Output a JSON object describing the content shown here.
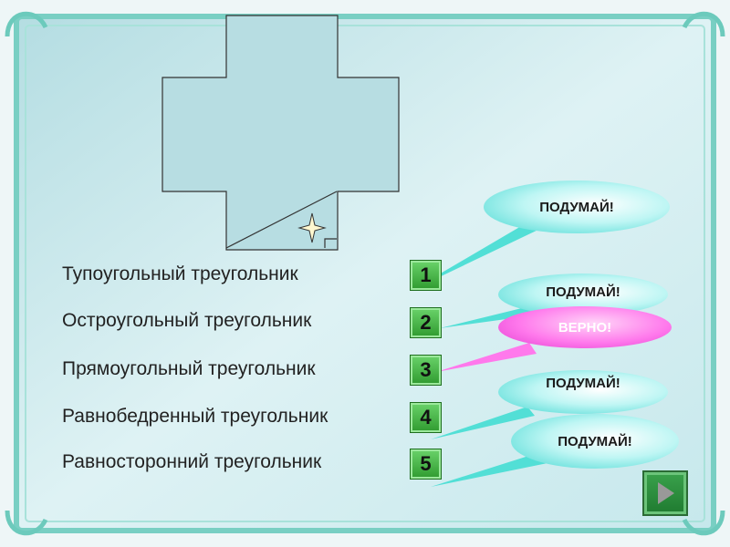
{
  "options": [
    {
      "number": "1",
      "label": "Тупоугольный треугольник",
      "feedback": "ПОДУМАЙ!"
    },
    {
      "number": "2",
      "label": "Остроугольный треугольник",
      "feedback": "ПОДУМАЙ!"
    },
    {
      "number": "3",
      "label": "Прямоугольный треугольник",
      "feedback": "ВЕРНО!"
    },
    {
      "number": "4",
      "label": "Равнобедренный треугольник",
      "feedback": "ПОДУМАЙ!"
    },
    {
      "number": "5",
      "label": "Равносторонний треугольник",
      "feedback": "ПОДУМАЙ!"
    }
  ],
  "colors": {
    "frame_border": "#7fd3c8",
    "panel": "#c5e6ea",
    "cross_fill": "#b7dde2",
    "number_green": "#3fae3f",
    "bubble_cyan": "#3fd6d0",
    "bubble_pink": "#ff79ec",
    "nav_green": "#2e8b3e"
  },
  "icons": {
    "sparkle": "sparkle-star-icon",
    "right_angle": "right-angle-mark-icon",
    "nav": "play-arrow-icon"
  }
}
